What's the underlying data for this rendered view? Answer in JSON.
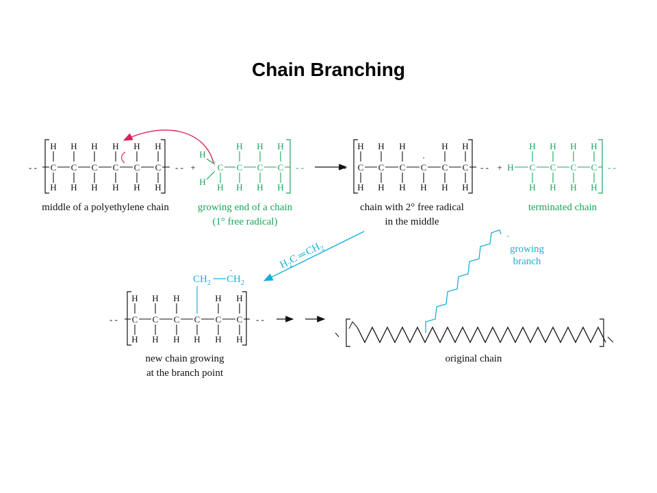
{
  "title": "Chain Branching",
  "colors": {
    "black": "#111111",
    "green": "#1aa55a",
    "cyan": "#1aaed9",
    "red": "#d6245a"
  },
  "atoms": {
    "h": "H",
    "c": "C",
    "dot": "·"
  },
  "bonds": {
    "dash": "- -",
    "plus": "+"
  },
  "captions": {
    "middle_chain": "middle of a polyethylene chain",
    "growing_end": "growing end of a chain",
    "growing_end_note": "(1° free radical)",
    "radical_chain": "chain with 2° free radical",
    "radical_chain_note": "in the middle",
    "terminated": "terminated chain",
    "new_chain": "new chain growing",
    "new_chain_note": "at the branch point",
    "original_chain": "original chain",
    "growing_branch": "growing",
    "growing_branch_note": "branch"
  },
  "monomer": {
    "h2": "H",
    "sub2": "2",
    "c": "C",
    "ch": "CH"
  },
  "branch_group": {
    "ch": "CH",
    "sub2": "2"
  }
}
